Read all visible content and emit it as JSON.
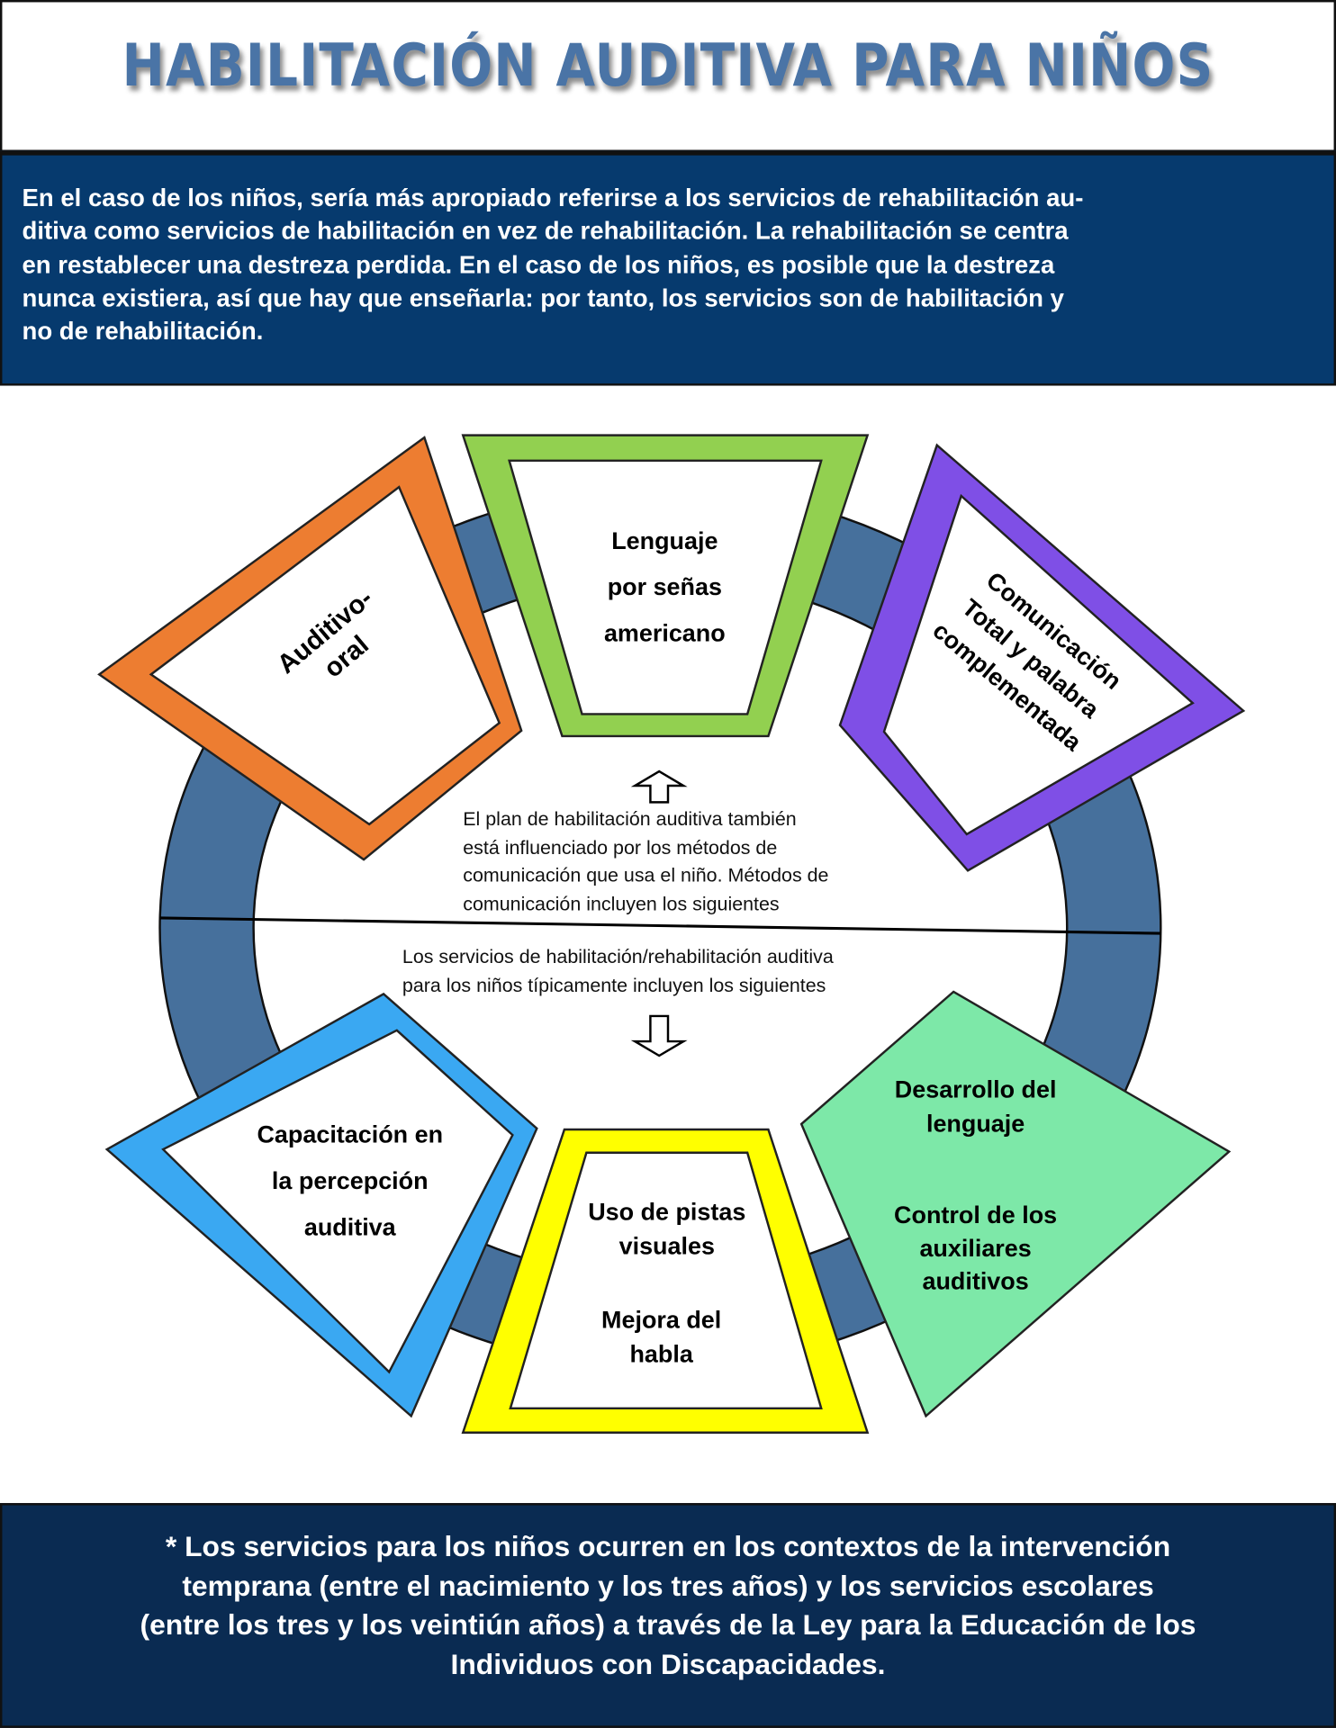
{
  "title": "HABILITACIÓN AUDITIVA PARA NIÑOS",
  "intro_lines": [
    "En el caso de los niños, sería más apropiado referirse a los servicios de rehabilitación au-",
    "ditiva como servicios de habilitación en vez de rehabilitación. La rehabilitación se centra",
    "en restablecer una destreza perdida. En el caso de los niños, es posible que la destreza",
    "nunca existiera, así que hay que enseñarla: por tanto, los servicios son de habilitación y",
    "no de rehabilitación."
  ],
  "communication": {
    "description_lines": [
      "El plan de habilitación auditiva también",
      "está influenciado por los métodos de",
      "comunicación que usa el niño. Métodos de",
      "comunicación incluyen los siguientes"
    ],
    "methods": [
      {
        "lines": [
          "Auditivo-",
          "oral"
        ],
        "color": "#ed7d31"
      },
      {
        "lines": [
          "Lenguaje",
          "por señas",
          "americano"
        ],
        "color": "#92d050"
      },
      {
        "lines": [
          "Comunicación",
          "Total y palabra",
          "complementada"
        ],
        "color": "#7f4fe6"
      }
    ]
  },
  "services": {
    "description_lines": [
      "Los servicios de habilitación/rehabilitación auditiva",
      "para los niños típicamente incluyen los siguientes"
    ],
    "items": [
      {
        "lines": [
          "Capacitación en",
          "la percepción",
          "auditiva"
        ],
        "color": "#3aa8f2"
      },
      {
        "lines": [
          "Uso de pistas",
          "visuales"
        ],
        "lines2": [
          "Mejora del",
          "habla"
        ],
        "color": "#ffff00"
      },
      {
        "lines": [
          "Desarrollo del",
          "lenguaje"
        ],
        "lines2": [
          "Control de los",
          "auxiliares",
          "auditivos"
        ],
        "color": "#7de8a8"
      }
    ]
  },
  "ring_color": "#46709c",
  "footer_lines": [
    "* Los servicios para los niños ocurren en los contextos de la intervención",
    "temprana (entre el nacimiento y los tres años) y los servicios escolares",
    "(entre los tres y los veintiún años) a través de la Ley para la Educación de los",
    "Individuos con Discapacidades."
  ]
}
